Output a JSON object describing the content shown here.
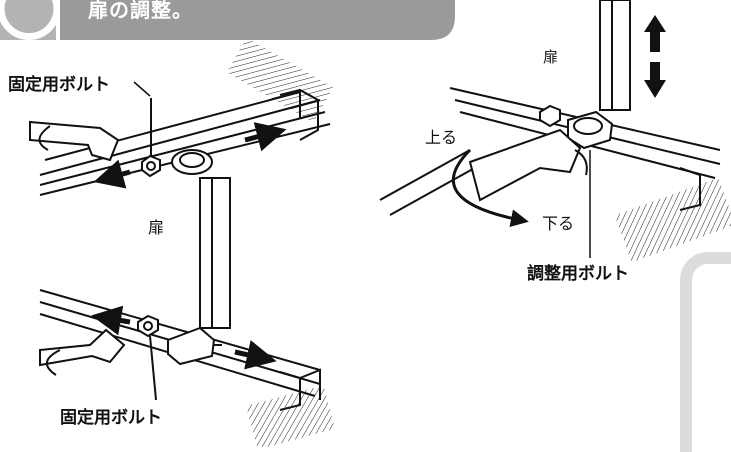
{
  "header": {
    "title": "扉の調整。",
    "bg_color": "#9a9a9a",
    "accent_color": "#b3b3b3"
  },
  "labels": {
    "fixing_bolt_top": "固定用ボルト",
    "door_left": "扉",
    "fixing_bolt_bottom": "固定用ボルト",
    "door_right": "扉",
    "up": "上る",
    "down": "下る",
    "adjusting_bolt": "調整用ボルト"
  }
}
